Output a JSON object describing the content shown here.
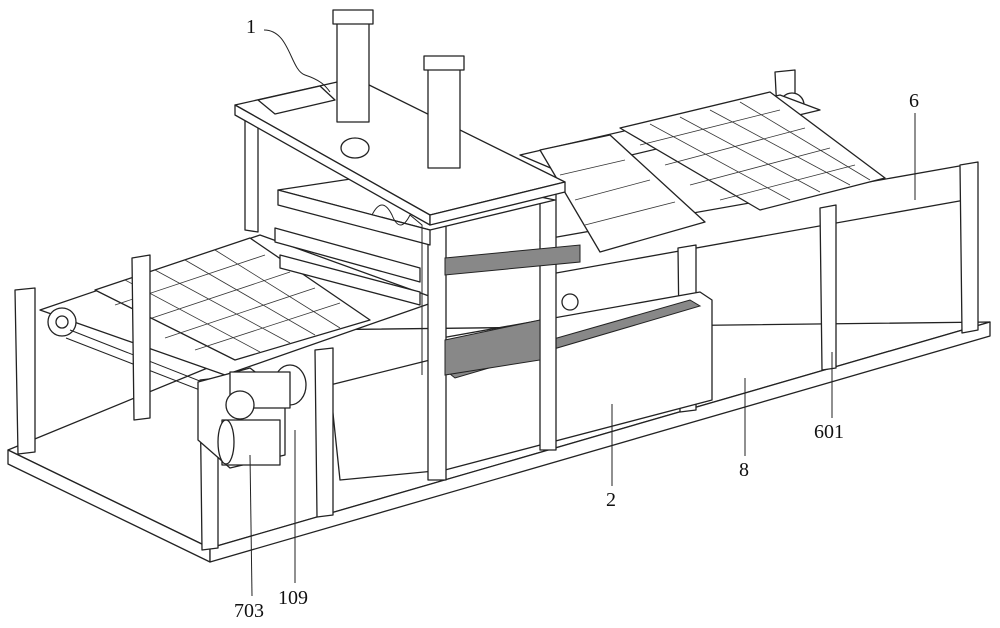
{
  "figure": {
    "labels": {
      "l1": "1",
      "l6": "6",
      "l601": "601",
      "l8": "8",
      "l2": "2",
      "l109": "109",
      "l703": "703"
    }
  }
}
